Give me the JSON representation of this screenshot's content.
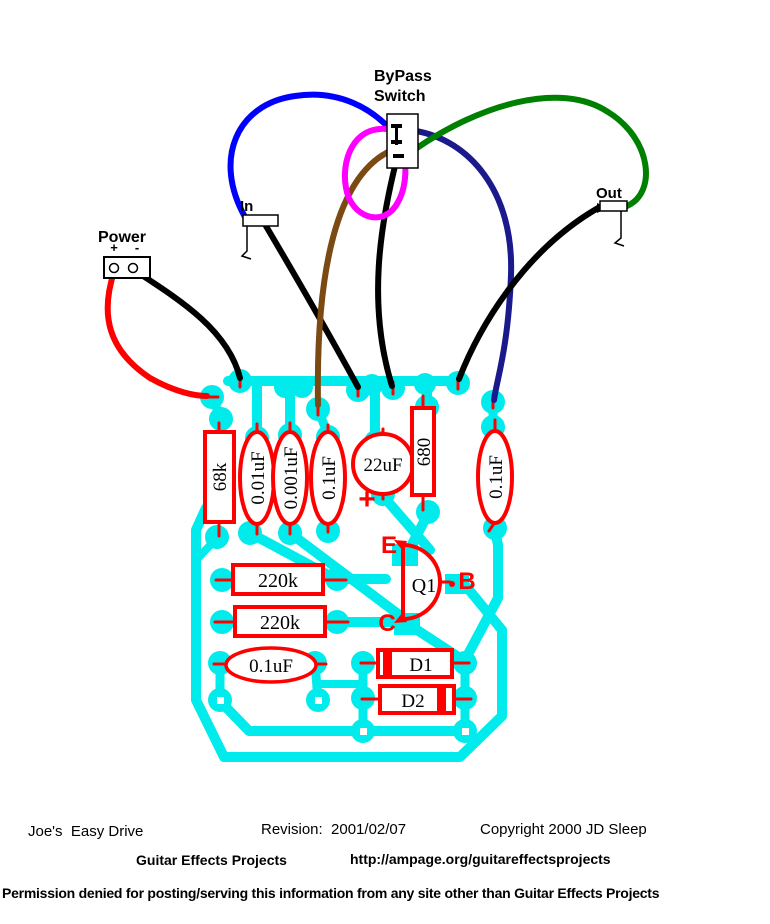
{
  "diagram": {
    "connectors": {
      "power": {
        "label": "Power",
        "plus": "+",
        "minus": "-"
      },
      "input": {
        "label": "In"
      },
      "output": {
        "label": "Out"
      },
      "bypass": {
        "label_line1": "ByPass",
        "label_line2": "Switch"
      }
    },
    "components": {
      "r68k": {
        "label": "68k"
      },
      "c01a": {
        "label": "0.01uF"
      },
      "c001": {
        "label": "0.001uF"
      },
      "c01b": {
        "label": "0.1uF"
      },
      "c22": {
        "label": "22uF",
        "polarity": "+"
      },
      "r680": {
        "label": "680"
      },
      "c01c": {
        "label": "0.1uF"
      },
      "r220k_a": {
        "label": "220k"
      },
      "r220k_b": {
        "label": "220k"
      },
      "c01d": {
        "label": "0.1uF"
      },
      "d1": {
        "label": "D1"
      },
      "d2": {
        "label": "D2"
      },
      "q1": {
        "label": "Q1",
        "pin_e": "E",
        "pin_b": "B",
        "pin_c": "C"
      }
    },
    "colors": {
      "trace_cyan": "#00EBEB",
      "component_red": "#FF0000",
      "wire_red": "#FF0000",
      "wire_black": "#000000",
      "wire_blue": "#0000FF",
      "wire_navy": "#1A1A8C",
      "wire_green": "#008000",
      "wire_brown": "#7B4A12",
      "wire_magenta": "#FF00FF"
    }
  },
  "footer": {
    "project_name": "Joe's  Easy Drive",
    "revision": "Revision:  2001/02/07",
    "copyright": "Copyright 2000 JD Sleep",
    "site_name": "Guitar Effects Projects",
    "site_url": "http://ampage.org/guitareffectsprojects",
    "permission": "Permission denied for posting/serving this information from any site other than Guitar Effects Projects"
  }
}
